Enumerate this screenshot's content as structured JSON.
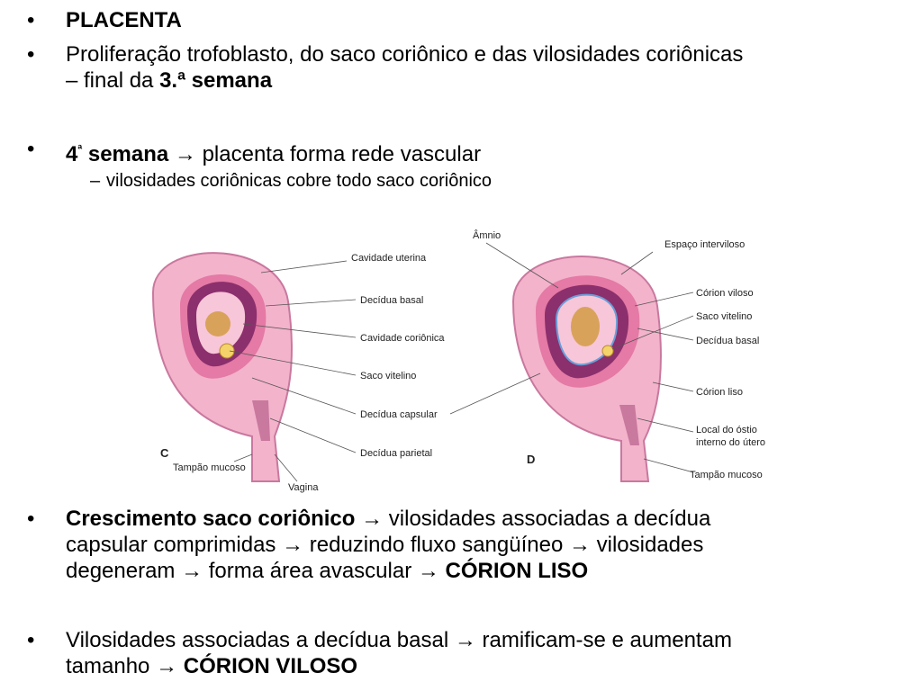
{
  "bullets": {
    "b1": {
      "bold": "PLACENTA"
    },
    "b2": {
      "text": "Proliferação trofoblasto, do saco coriônico e das vilosidades coriônicas",
      "text2": "– final da ",
      "bold": "3.ª semana"
    },
    "b3": {
      "bold_num": "4",
      "sup": "ª",
      "bold": " semana",
      "text": " → placenta forma rede vascular"
    },
    "b3_sub": {
      "dash": "–",
      "text": "vilosidades coriônicas cobre todo saco coriônico"
    },
    "b4": {
      "bold": "Crescimento saco coriônico",
      "text1": " → vilosidades associadas a decídua",
      "text2": "capsular comprimidas → reduzindo fluxo sangüíneo → vilosidades",
      "text3": "degeneram → forma área avascular → ",
      "bold2": "CÓRION LISO"
    },
    "b5": {
      "text1": "Vilosidades associadas a decídua basal → ramificam-se e aumentam",
      "text2": "tamanho → ",
      "bold2": "CÓRION VILOSO"
    }
  },
  "figure": {
    "panel_c_letter": "C",
    "panel_d_letter": "D",
    "labels_c": {
      "cavidade_uterina": "Cavidade uterina",
      "decidua_basal": "Decídua basal",
      "cavidade_corionica": "Cavidade coriônica",
      "saco_vitelino": "Saco vitelino",
      "decidua_capsular": "Decídua capsular",
      "decidua_parietal": "Decídua parietal",
      "tampao_mucoso": "Tampão mucoso",
      "vagina": "Vagina"
    },
    "labels_d": {
      "amnio": "Âmnio",
      "espaco_interviloso": "Espaço interviloso",
      "corion_viloso": "Córion viloso",
      "saco_vitelino": "Saco vitelino",
      "decidua_basal": "Decídua basal",
      "corion_liso": "Córion liso",
      "local_ostio_1": "Local do óstio",
      "local_ostio_2": "interno do útero",
      "tampao_mucoso": "Tampão mucoso"
    },
    "colors": {
      "uterus": "#f0a9c4",
      "decidua": "#e47aa5",
      "chorion": "#8c2f6d",
      "amnion": "#6a9fd8",
      "embryo": "#d9a25a",
      "yolk": "#f3d36a"
    }
  }
}
